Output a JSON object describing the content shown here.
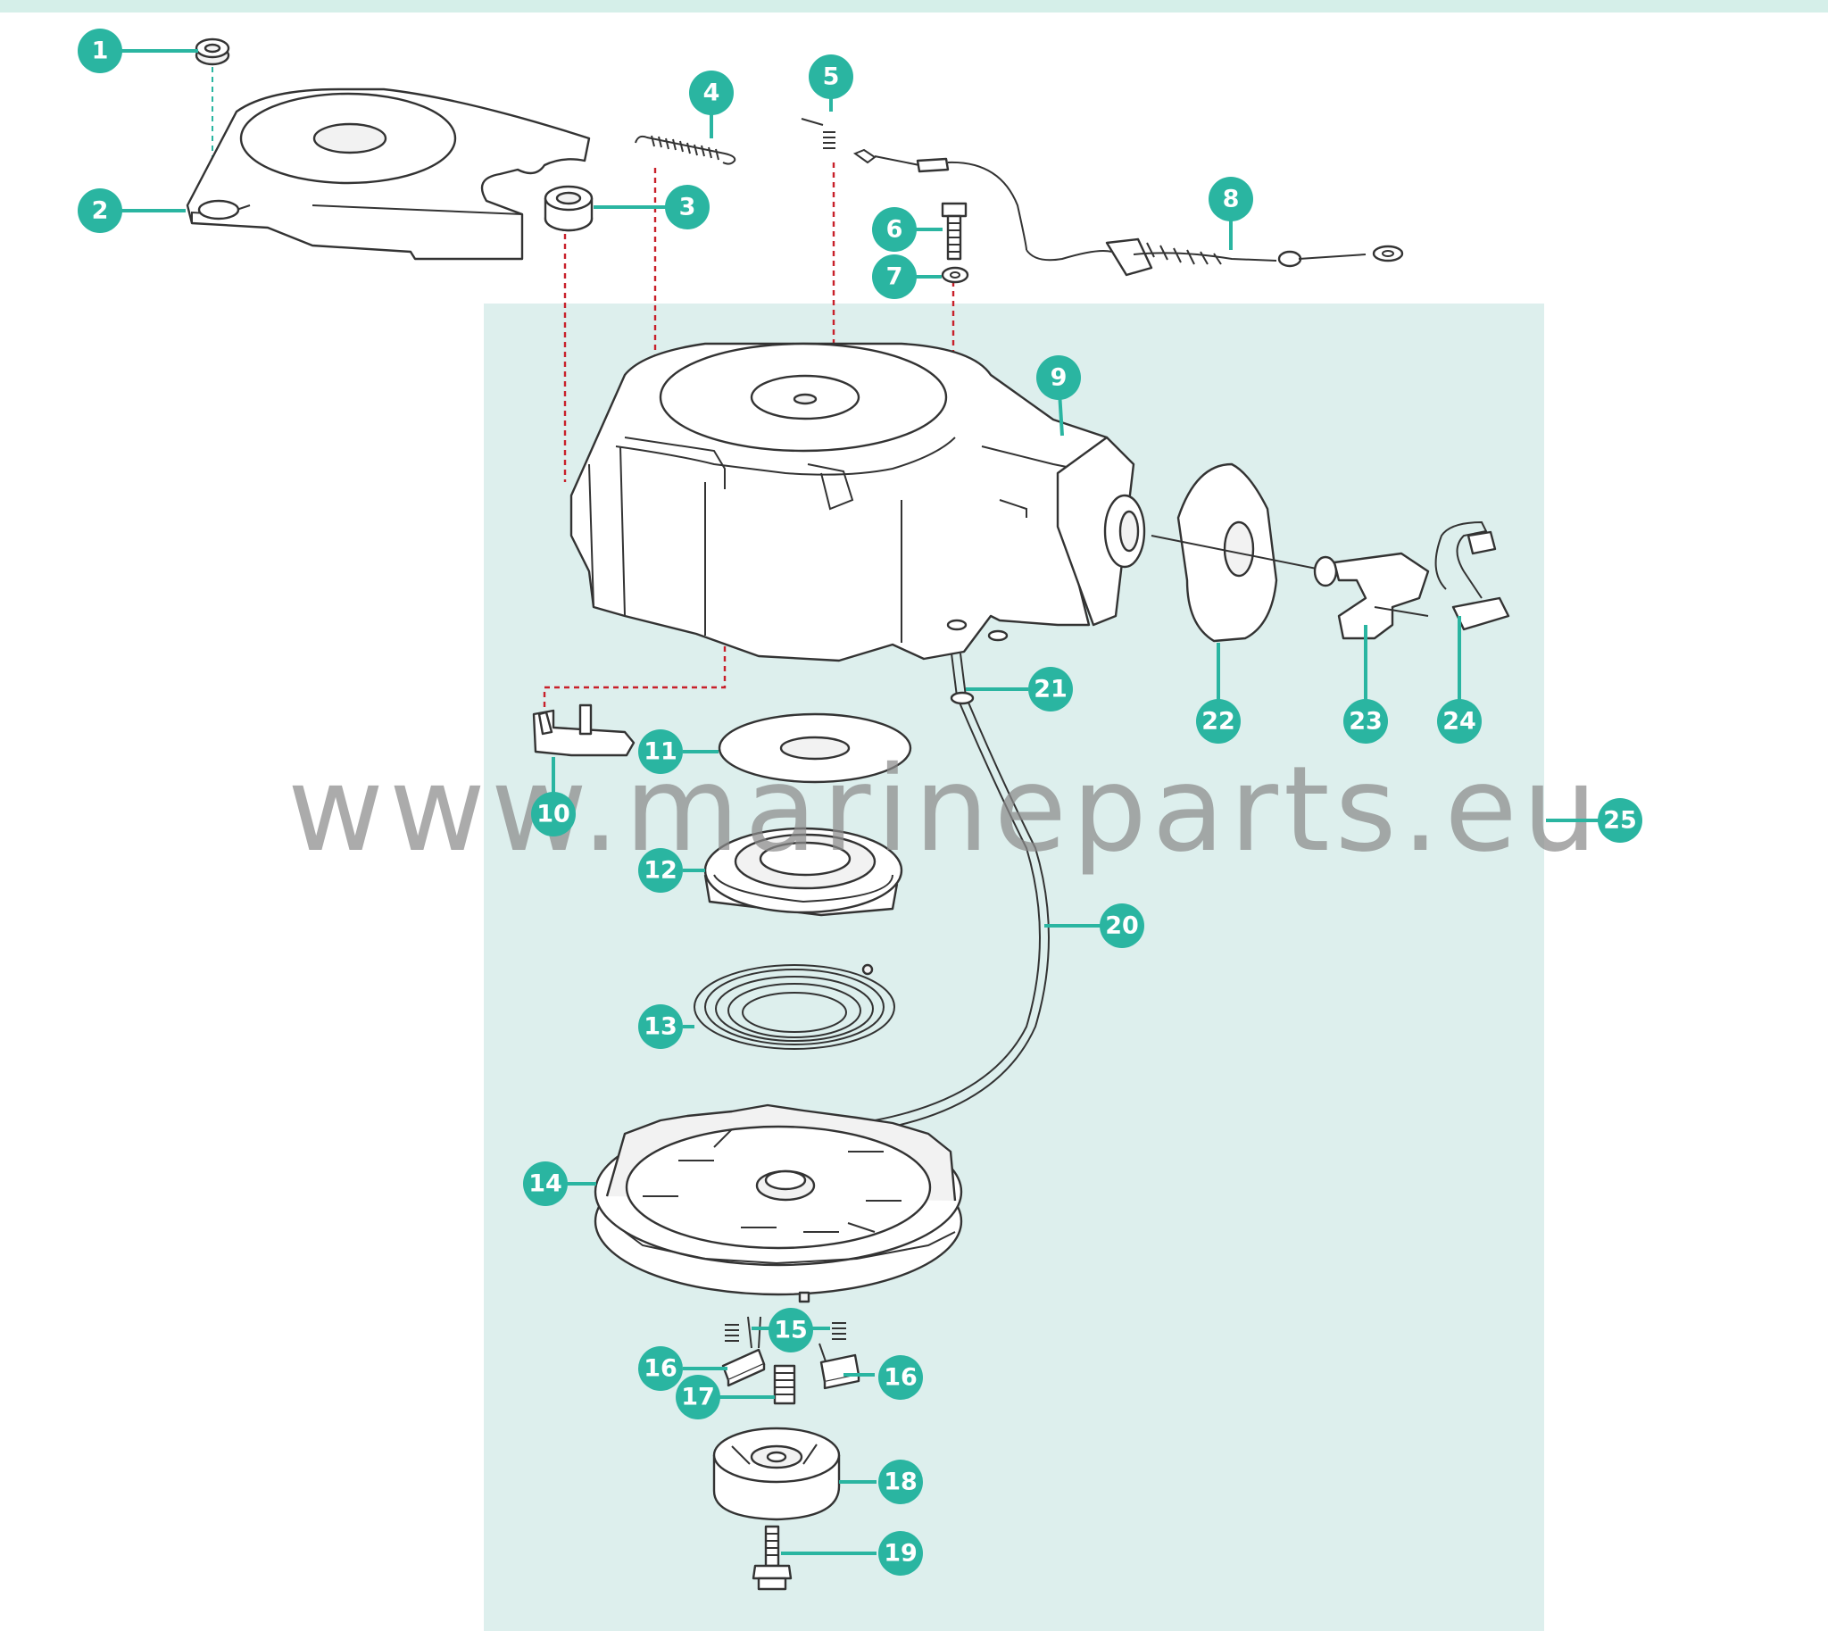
{
  "colors": {
    "callout": "#2ab5a1",
    "panel": "#ddefed",
    "top_band": "#d5efe9",
    "guide_line": "#c8202a"
  },
  "watermark": "www.marineparts.eu",
  "callouts": {
    "c1": "1",
    "c2": "2",
    "c3": "3",
    "c4": "4",
    "c5": "5",
    "c6": "6",
    "c7": "7",
    "c8": "8",
    "c9": "9",
    "c10": "10",
    "c11": "11",
    "c12": "12",
    "c13": "13",
    "c14": "14",
    "c15": "15",
    "c16a": "16",
    "c16b": "16",
    "c17": "17",
    "c18": "18",
    "c19": "19",
    "c20": "20",
    "c21": "21",
    "c22": "22",
    "c23": "23",
    "c24": "24",
    "c25": "25"
  }
}
